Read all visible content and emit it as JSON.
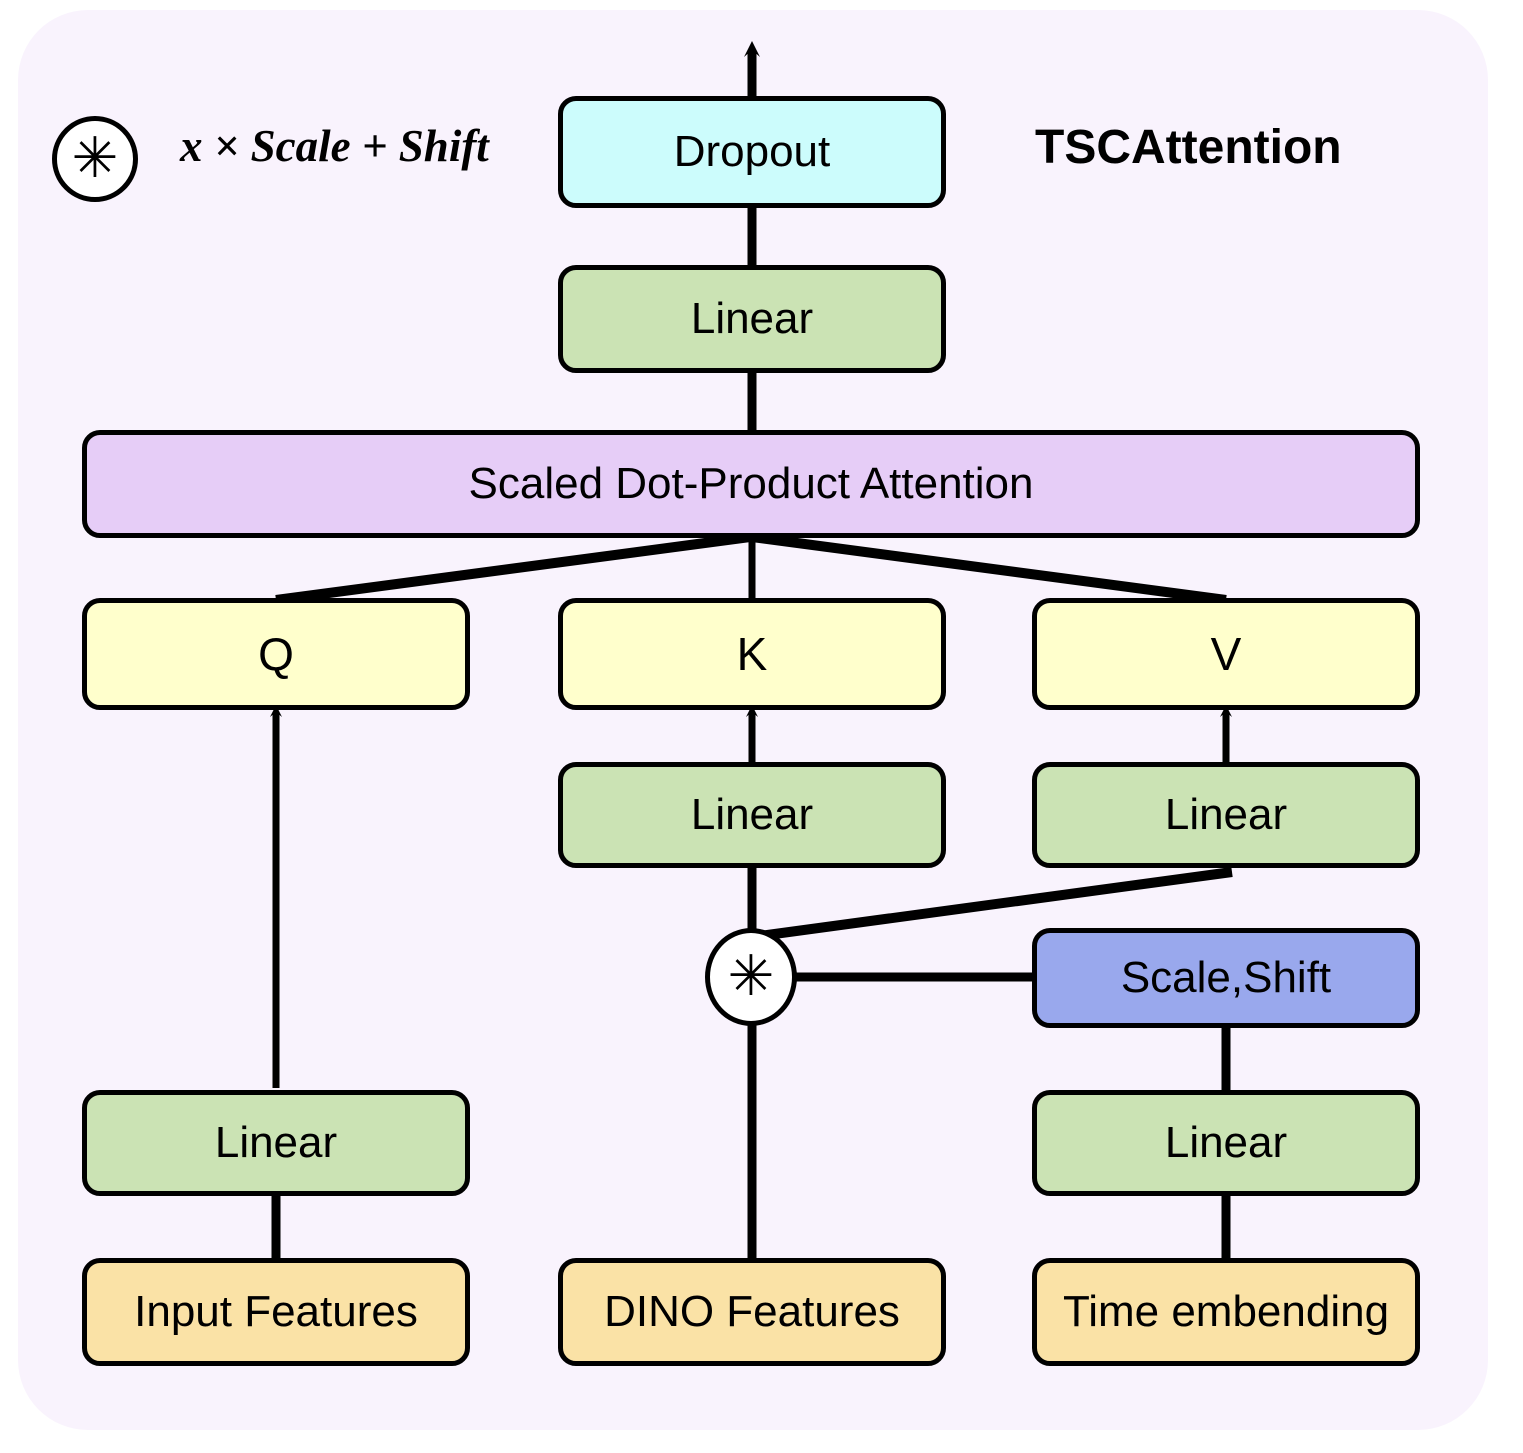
{
  "diagram": {
    "title": "TSCAttention",
    "legend": {
      "icon": "asterisk-icon",
      "symbol": "✳",
      "formula": "x × Scale + Shift"
    },
    "panel_bg": "#f9f3fd",
    "colors": {
      "dropout": "#ccfcfc",
      "linear": "#cbe3b4",
      "attention": "#e6cdf7",
      "qkv": "#ffffcc",
      "scale_shift": "#99a8ed",
      "source": "#fae2a6",
      "stroke": "#000000"
    },
    "nodes": {
      "dropout": "Dropout",
      "out_linear": "Linear",
      "attention": "Scaled Dot-Product Attention",
      "q": "Q",
      "k": "K",
      "v": "V",
      "k_linear": "Linear",
      "v_linear": "Linear",
      "scale_shift": "Scale,Shift",
      "q_linear": "Linear",
      "time_linear": "Linear",
      "input_features": "Input Features",
      "dino_features": "DINO Features",
      "time_embedding": "Time embending",
      "modulate": "✳"
    }
  }
}
